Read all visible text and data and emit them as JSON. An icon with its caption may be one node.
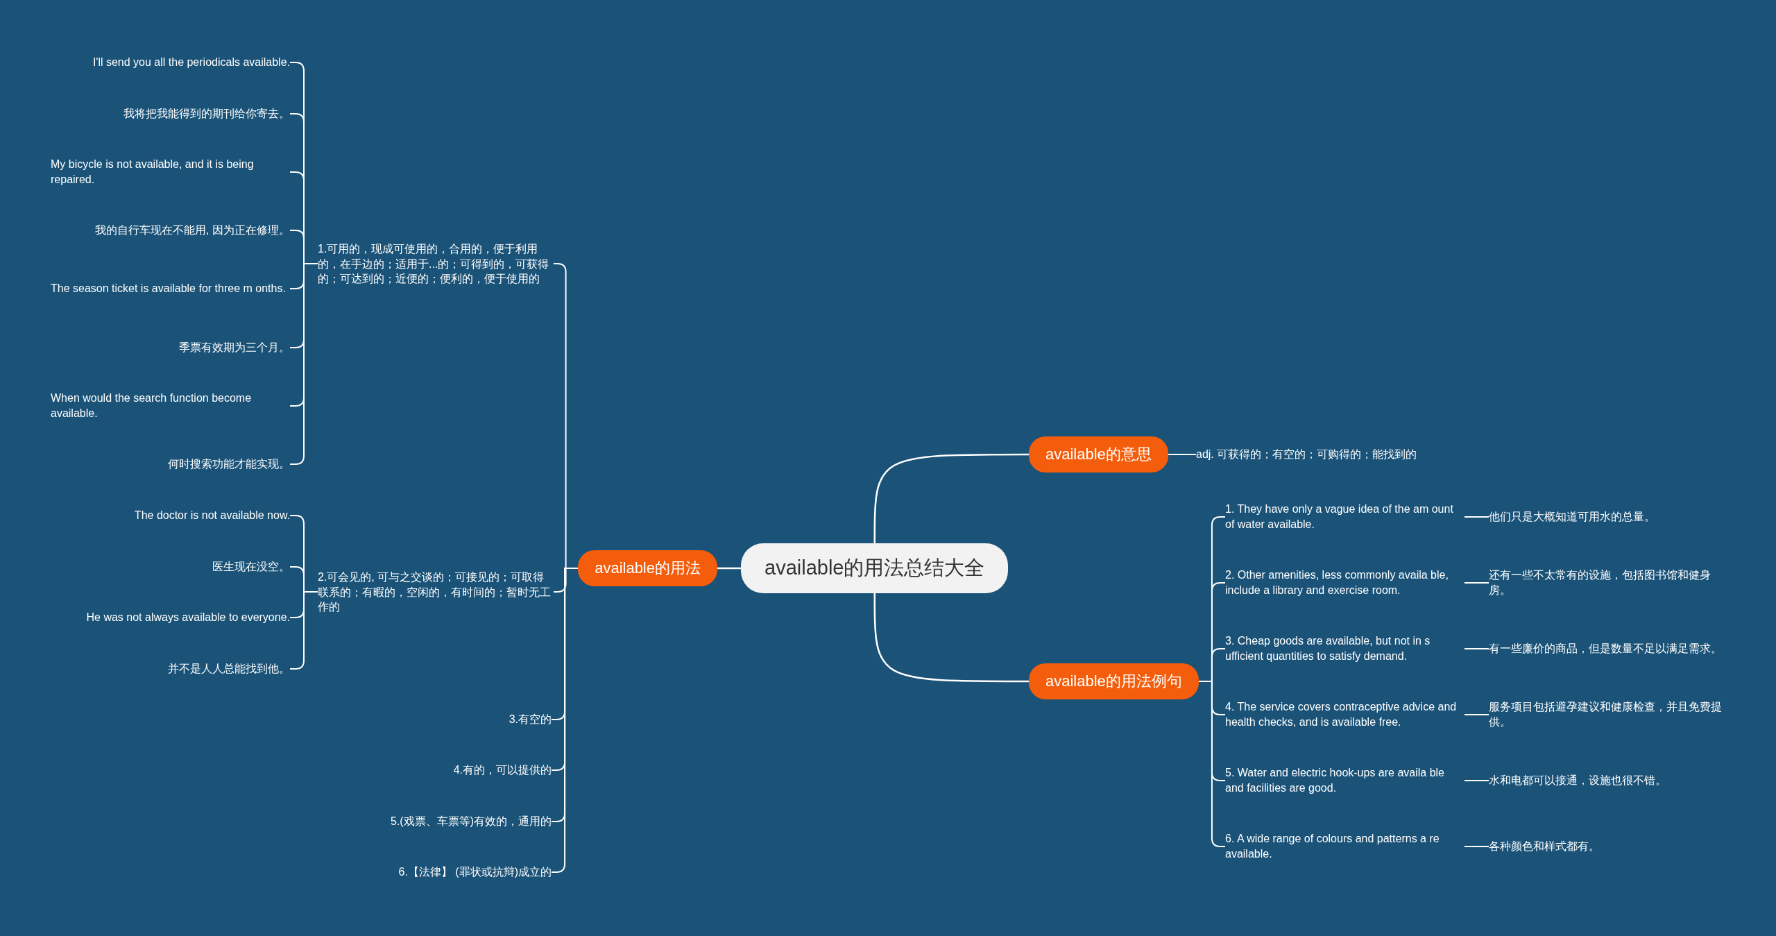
{
  "diagram": {
    "nodes": [
      {
        "text": [
          "available的用法总结大全"
        ]
      },
      {
        "text": [
          "available的用法"
        ]
      },
      {
        "text": [
          "1.可用的，现成可使用的，合用的，便于利用的，在手边的；适用于...的；可得到的，可获得的；可达到的；近便的；便利的，便于使用的"
        ]
      },
      {
        "text": [
          "I'll send you all the periodicals available."
        ]
      },
      {
        "text": [
          "我将把我能得到的期刊给你寄去。"
        ]
      },
      {
        "text": [
          "My bicycle is not available, and it is being repaired."
        ]
      },
      {
        "text": [
          "我的自行车现在不能用, 因为正在修理。"
        ]
      },
      {
        "text": [
          "The season ticket is available for three m onths."
        ]
      },
      {
        "text": [
          "季票有效期为三个月。"
        ]
      },
      {
        "text": [
          "When would the search function become available."
        ]
      },
      {
        "text": [
          "何时搜索功能才能实现。"
        ]
      },
      {
        "text": [
          "2.可会见的, 可与之交谈的；可接见的；可取得联系的；有暇的，空闲的，有时间的；暂时无工作的"
        ]
      },
      {
        "text": [
          "The doctor is not available now."
        ]
      },
      {
        "text": [
          "医生现在没空。"
        ]
      },
      {
        "text": [
          "He was not always available to everyone."
        ]
      },
      {
        "text": [
          "并不是人人总能找到他。"
        ]
      },
      {
        "text": [
          "3.有空的"
        ]
      },
      {
        "text": [
          "4.有的，可以提供的"
        ]
      },
      {
        "text": [
          "5.(戏票、车票等)有效的，通用的"
        ]
      },
      {
        "text": [
          "6.【法律】 (罪状或抗辩)成立的"
        ]
      },
      {
        "text": [
          "available的意思"
        ]
      },
      {
        "text": [
          "adj. 可获得的；有空的；可购得的；能找到的"
        ]
      },
      {
        "text": [
          "available的用法例句"
        ]
      },
      {
        "text": [
          "1. They have only a vague idea of the am ount of water available."
        ]
      },
      {
        "text": [
          "他们只是大概知道可用水的总量。"
        ]
      },
      {
        "text": [
          "2. Other amenities, less commonly availa ble, include a library and exercise room."
        ]
      },
      {
        "text": [
          "还有一些不太常有的设施，包括图书馆和健身房。"
        ]
      },
      {
        "text": [
          "3. Cheap goods are available, but not in s ufficient quantities to satisfy demand."
        ]
      },
      {
        "text": [
          "有一些廉价的商品，但是数量不足以满足需求。"
        ]
      },
      {
        "text": [
          "4. The service covers contraceptive advice and health checks, and is available free."
        ]
      },
      {
        "text": [
          "服务项目包括避孕建议和健康检查，并且免费提供。"
        ]
      },
      {
        "text": [
          "5. Water and electric hook-ups are availa ble and facilities are good."
        ]
      },
      {
        "text": [
          "水和电都可以接通，设施也很不错。"
        ]
      },
      {
        "text": [
          "6. A wide range of colours and patterns a re available."
        ]
      },
      {
        "text": [
          "各种颜色和样式都有。"
        ]
      }
    ],
    "edges": [
      {
        "from": 0,
        "to": 1,
        "arrow": "none"
      },
      {
        "from": 1,
        "to": 2,
        "arrow": "none"
      },
      {
        "from": 2,
        "to": 3,
        "arrow": "none"
      },
      {
        "from": 2,
        "to": 4,
        "arrow": "none"
      },
      {
        "from": 2,
        "to": 5,
        "arrow": "none"
      },
      {
        "from": 2,
        "to": 6,
        "arrow": "none"
      },
      {
        "from": 2,
        "to": 7,
        "arrow": "none"
      },
      {
        "from": 2,
        "to": 8,
        "arrow": "none"
      },
      {
        "from": 2,
        "to": 9,
        "arrow": "none"
      },
      {
        "from": 2,
        "to": 10,
        "arrow": "none"
      },
      {
        "from": 1,
        "to": 11,
        "arrow": "none"
      },
      {
        "from": 11,
        "to": 12,
        "arrow": "none"
      },
      {
        "from": 11,
        "to": 13,
        "arrow": "none"
      },
      {
        "from": 11,
        "to": 14,
        "arrow": "none"
      },
      {
        "from": 11,
        "to": 15,
        "arrow": "none"
      },
      {
        "from": 1,
        "to": 16,
        "arrow": "none"
      },
      {
        "from": 1,
        "to": 17,
        "arrow": "none"
      },
      {
        "from": 1,
        "to": 18,
        "arrow": "none"
      },
      {
        "from": 1,
        "to": 19,
        "arrow": "none"
      },
      {
        "from": 0,
        "to": 20,
        "arrow": "none"
      },
      {
        "from": 20,
        "to": 21,
        "arrow": "none"
      },
      {
        "from": 0,
        "to": 22,
        "arrow": "none"
      },
      {
        "from": 22,
        "to": 23,
        "arrow": "none"
      },
      {
        "from": 23,
        "to": 24,
        "arrow": "none"
      },
      {
        "from": 22,
        "to": 25,
        "arrow": "none"
      },
      {
        "from": 25,
        "to": 26,
        "arrow": "none"
      },
      {
        "from": 22,
        "to": 27,
        "arrow": "none"
      },
      {
        "from": 27,
        "to": 28,
        "arrow": "none"
      },
      {
        "from": 22,
        "to": 29,
        "arrow": "none"
      },
      {
        "from": 29,
        "to": 30,
        "arrow": "none"
      },
      {
        "from": 22,
        "to": 31,
        "arrow": "none"
      },
      {
        "from": 31,
        "to": 32,
        "arrow": "none"
      },
      {
        "from": 22,
        "to": 33,
        "arrow": "none"
      },
      {
        "from": 33,
        "to": 34,
        "arrow": "none"
      }
    ]
  }
}
